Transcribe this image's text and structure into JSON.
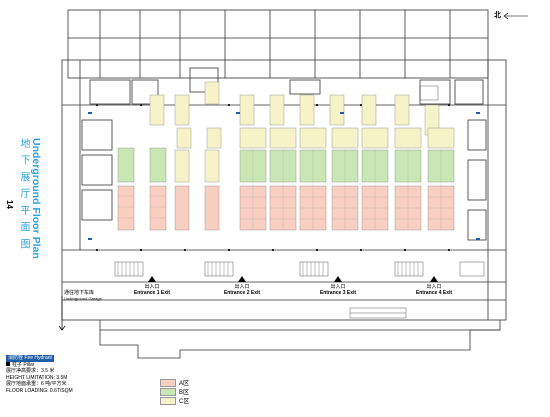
{
  "title": {
    "cn": "地 下 展 厅 平 面 图",
    "en": "Underground Floor Plan"
  },
  "page_number": "14",
  "north_label": "北",
  "legend": {
    "hydrant": "消防栓 Fire Hydrant",
    "pillar": "柱子 Pillar",
    "height_cn": "展厅净高要求：3.5 米",
    "height_en": "HEIGHT LIMITATION: 3.5M",
    "loading_cn": "展厅地面承重：6 吨/平方米",
    "loading_en": "FLOOR LOADING: 0.6T/SQM"
  },
  "zones": [
    {
      "label": "A区",
      "color": "#f8cfc0"
    },
    {
      "label": "B区",
      "color": "#c9e7b5"
    },
    {
      "label": "C区",
      "color": "#f5f3c7"
    }
  ],
  "entrances": [
    {
      "cn": "出入口",
      "en": "Entrance 1 Exit"
    },
    {
      "cn": "出入口",
      "en": "Entrance 2 Exit"
    },
    {
      "cn": "出入口",
      "en": "Entrance 3 Exit"
    },
    {
      "cn": "出入口",
      "en": "Entrance 4 Exit"
    }
  ],
  "underground_label": {
    "cn": "通往地下车库",
    "en": "Underground Garage"
  }
}
